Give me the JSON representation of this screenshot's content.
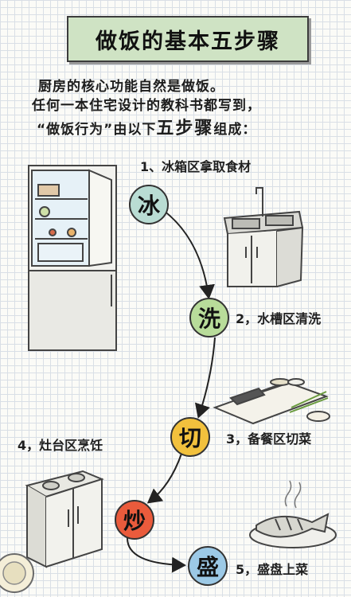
{
  "title": "做饭的基本五步骤",
  "intro": {
    "line1": "厨房的核心功能自然是做饭。",
    "line2": "任何一本住宅设计的教科书都写到，",
    "line3_pre": "“做饭行为”由以下",
    "line3_big": "五步骤",
    "line3_post": "组成："
  },
  "steps": [
    {
      "char": "冰",
      "label": "1、冰箱区拿取食材",
      "color": "#b9dcd3"
    },
    {
      "char": "洗",
      "label": "2，水槽区清洗",
      "color": "#b8dc9a"
    },
    {
      "char": "切",
      "label": "3，备餐区切菜",
      "color": "#f2c13d"
    },
    {
      "char": "炒",
      "label": "4，灶台区烹饪",
      "color": "#ea5b3c"
    },
    {
      "char": "盛",
      "label": "5，盛盘上菜",
      "color": "#9cc9e6"
    }
  ],
  "colors": {
    "banner": "#cfe3c4",
    "arrow": "#222222"
  }
}
